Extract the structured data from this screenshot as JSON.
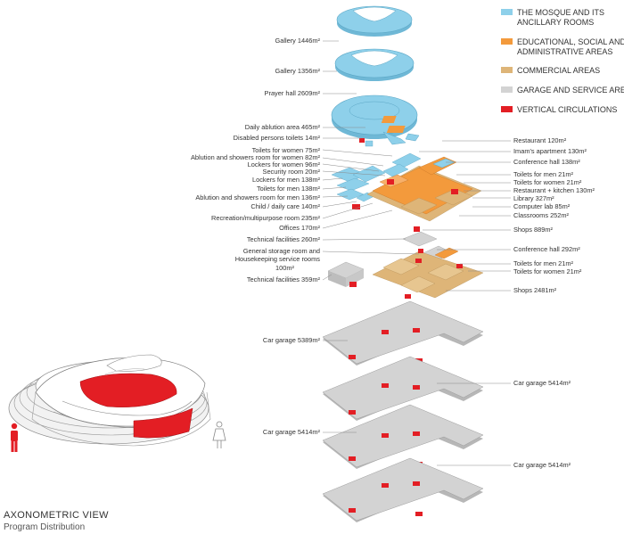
{
  "colors": {
    "mosque": "#8ed0ea",
    "educational": "#f39a3c",
    "commercial": "#deb578",
    "garage": "#d3d3d3",
    "vertical": "#e31e24"
  },
  "legend": [
    {
      "line1": "THE MOSQUE AND ITS",
      "line2": "ANCILLARY ROOMS",
      "color": "#8ed0ea"
    },
    {
      "line1": "EDUCATIONAL, SOCIAL AND",
      "line2": "ADMINISTRATIVE AREAS",
      "color": "#f39a3c"
    },
    {
      "line1": "COMMERCIAL AREAS",
      "line2": "",
      "color": "#deb578"
    },
    {
      "line1": "GARAGE AND SERVICE AREAS",
      "line2": "",
      "color": "#d3d3d3"
    },
    {
      "line1": "VERTICAL CIRCULATIONS",
      "line2": "",
      "color": "#e31e24"
    }
  ],
  "labels_left": [
    "Gallery 1446m²",
    "Gallery 1356m²",
    "Prayer hall 2609m²",
    "Daily ablution area 465m²",
    "Disabled persons toilets 14m²",
    "Toilets for women 75m²",
    "Ablution and showers room  for women 82m²",
    "Lockers for women 96m²",
    "Security room 20m²",
    "Lockers for men 138m²",
    "Toilets for men 138m²",
    "Ablution and showers room  for men 136m²",
    "Child / daily care 140m²",
    "Recreation/multipurpose room 235m²",
    "Offices 170m²",
    "Technical facilities 260m²",
    "General storage room and",
    "Housekeeping service rooms",
    "100m²",
    "Technical facilities 359m²",
    "Car garage 5389m²",
    "Car garage 5414m²"
  ],
  "labels_right": [
    "Restaurant 120m²",
    "Imam's apartment 130m²",
    "Conference hall 138m²",
    "Toilets for men 21m²",
    "Toilets for women 21m²",
    "Restaurant + kitchen 130m²",
    "Library 327m²",
    "Computer lab 85m²",
    "Classrooms 252m²",
    "Shops 889m²",
    "Conference hall 292m²",
    "Toilets for men 21m²",
    "Toilets for women 21m²",
    "Shops 2481m²",
    "Car garage 5414m²",
    "Car garage 5414m²"
  ],
  "view_title": "AXONOMETRIC VIEW",
  "view_subtitle": "Program Distribution"
}
